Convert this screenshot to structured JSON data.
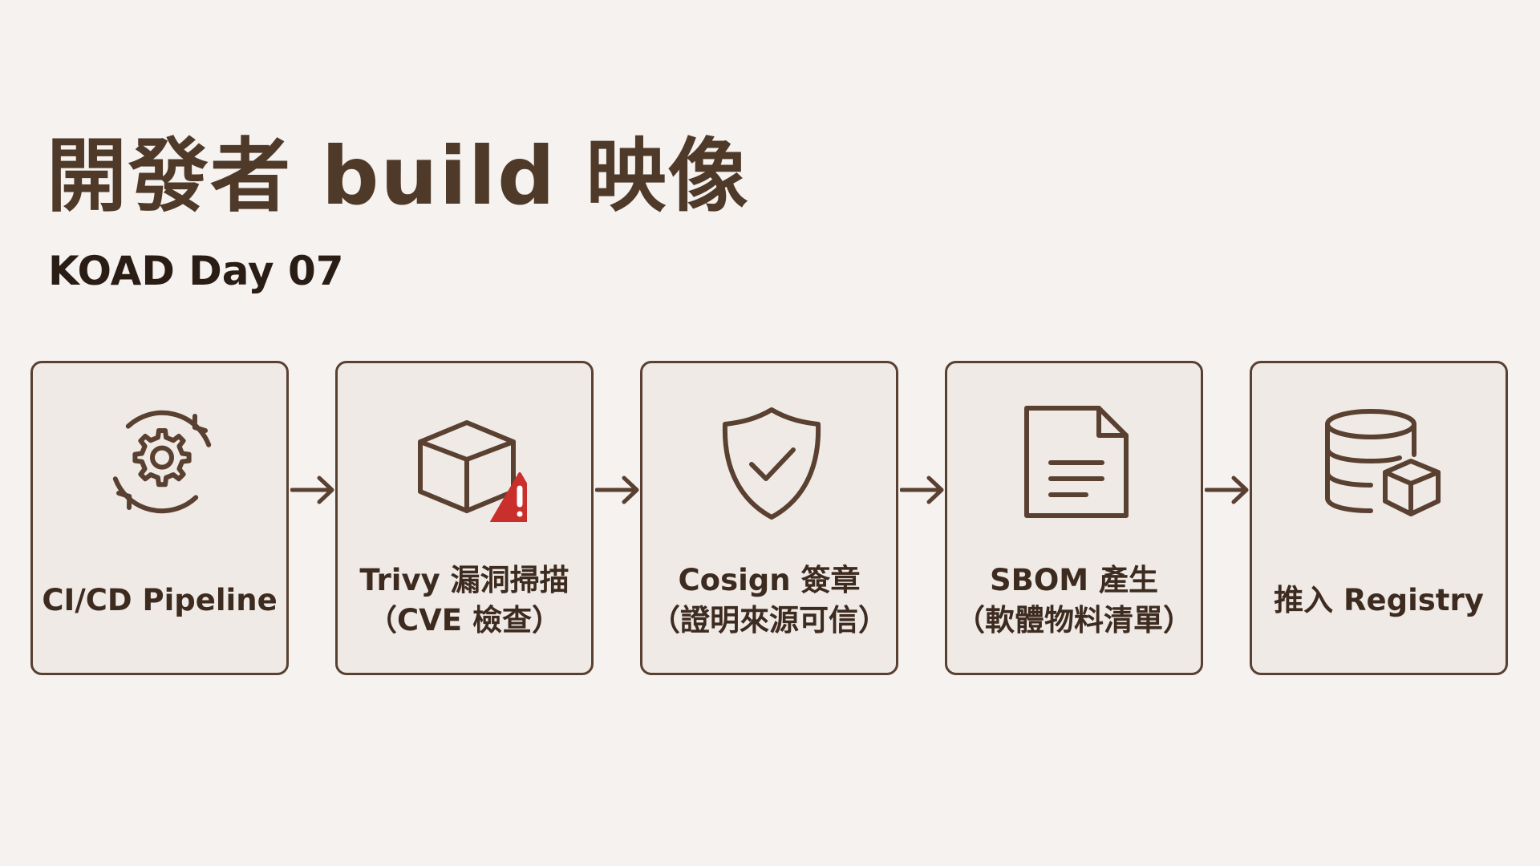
{
  "title": "開發者 build 映像",
  "subtitle": "KOAD Day 07",
  "steps": [
    {
      "icon": "gear-sync-icon",
      "line1": "CI/CD Pipeline",
      "line2": ""
    },
    {
      "icon": "box-warning-icon",
      "line1": "Trivy 漏洞掃描",
      "line2": "（CVE 檢查）"
    },
    {
      "icon": "shield-check-icon",
      "line1": "Cosign 簽章",
      "line2": "（證明來源可信）"
    },
    {
      "icon": "document-icon",
      "line1": "SBOM 產生",
      "line2": "（軟體物料清單）"
    },
    {
      "icon": "database-box-icon",
      "line1": "推入 Registry",
      "line2": ""
    }
  ],
  "colors": {
    "background": "#f5f2ef",
    "card": "#efeae6",
    "stroke": "#5a4030",
    "title": "#4f3a2a",
    "warning": "#c9302c"
  }
}
